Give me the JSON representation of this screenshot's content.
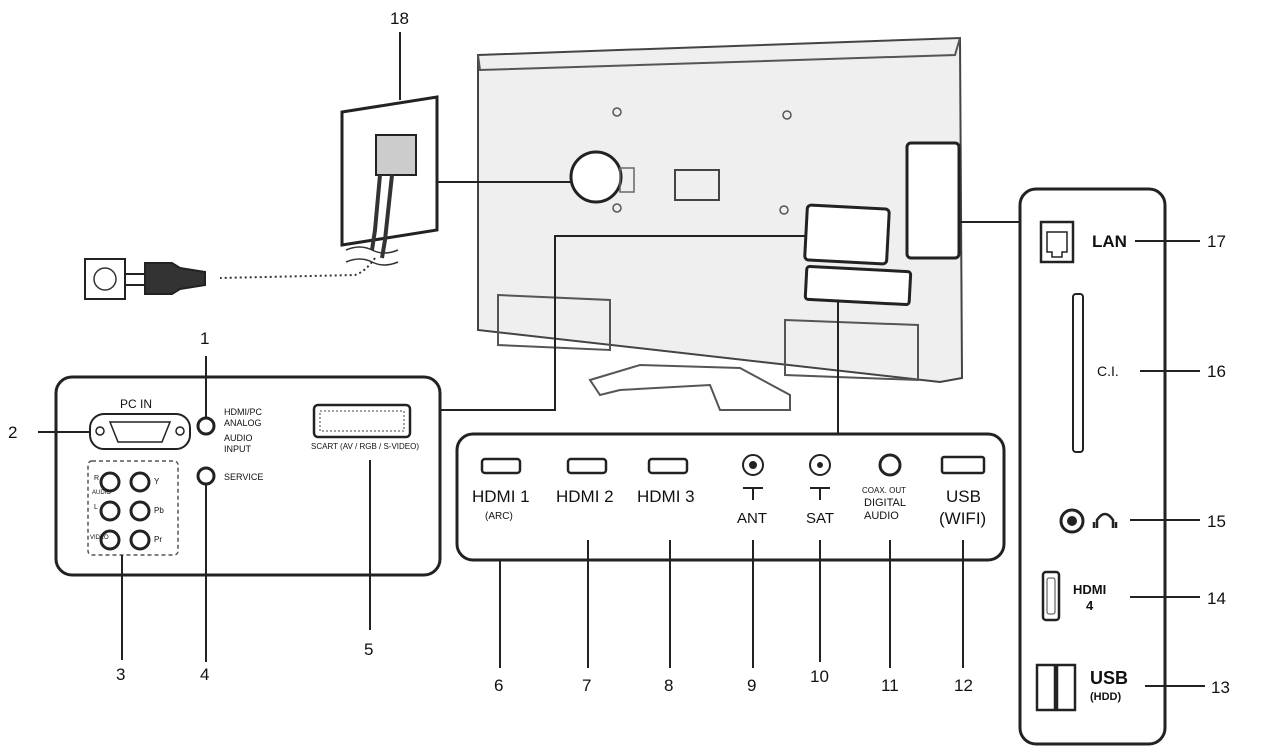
{
  "callouts": {
    "n1": "1",
    "n2": "2",
    "n3": "3",
    "n4": "4",
    "n5": "5",
    "n6": "6",
    "n7": "7",
    "n8": "8",
    "n9": "9",
    "n10": "10",
    "n11": "11",
    "n12": "12",
    "n13": "13",
    "n14": "14",
    "n15": "15",
    "n16": "16",
    "n17": "17",
    "n18": "18"
  },
  "left_panel": {
    "pc_in": "PC IN",
    "hdmi_pc_line1": "HDMI/PC",
    "hdmi_pc_line2": "ANALOG",
    "hdmi_pc_line3": "AUDIO",
    "hdmi_pc_line4": "INPUT",
    "service": "SERVICE",
    "scart": "SCART (AV / RGB / S-VIDEO)",
    "audio_r": "R",
    "audio_label": "AUDIO",
    "audio_l": "L",
    "video": "VIDEO",
    "y": "Y",
    "pb": "Pb",
    "pr": "Pr"
  },
  "bottom_panel": {
    "hdmi1": "HDMI 1",
    "arc": "(ARC)",
    "hdmi2": "HDMI 2",
    "hdmi3": "HDMI 3",
    "ant": "ANT",
    "sat": "SAT",
    "coax_out": "COAX. OUT",
    "digital": "DIGITAL",
    "audio": "AUDIO",
    "usb": "USB",
    "wifi": "(WIFI)"
  },
  "side_panel": {
    "lan": "LAN",
    "ci": "C.I.",
    "hdmi4_line1": "HDMI",
    "hdmi4_line2": "4",
    "usb": "USB",
    "hdd": "(HDD)"
  },
  "icons": [
    "power-socket-icon",
    "power-plug-icon",
    "headphones-icon",
    "antenna-icon",
    "lan-port-icon"
  ]
}
